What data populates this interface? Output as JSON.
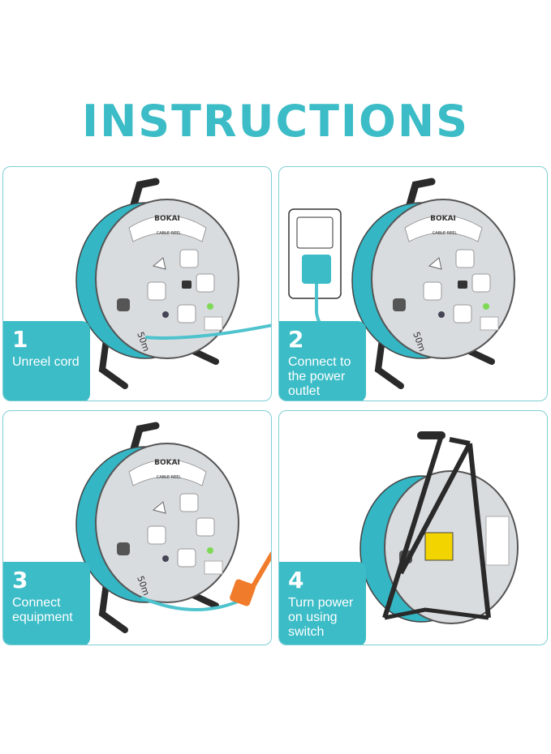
{
  "title": "INSTRUCTIONS",
  "steps": [
    {
      "number": "1",
      "text": "Unreel cord"
    },
    {
      "number": "2",
      "text": "Connect to the power outlet"
    },
    {
      "number": "3",
      "text": "Connect equipment"
    },
    {
      "number": "4",
      "text": "Turn power on using switch"
    }
  ],
  "reel": {
    "brand": "BOKAI",
    "label": "CABLE REEL",
    "length": "50m"
  },
  "colors": {
    "accent": "#3bbcc6",
    "reel_teal": "#34b6c4",
    "face_grey": "#d9dcdf",
    "frame_black": "#2a2a2a",
    "plug_orange": "#f07b2a"
  }
}
